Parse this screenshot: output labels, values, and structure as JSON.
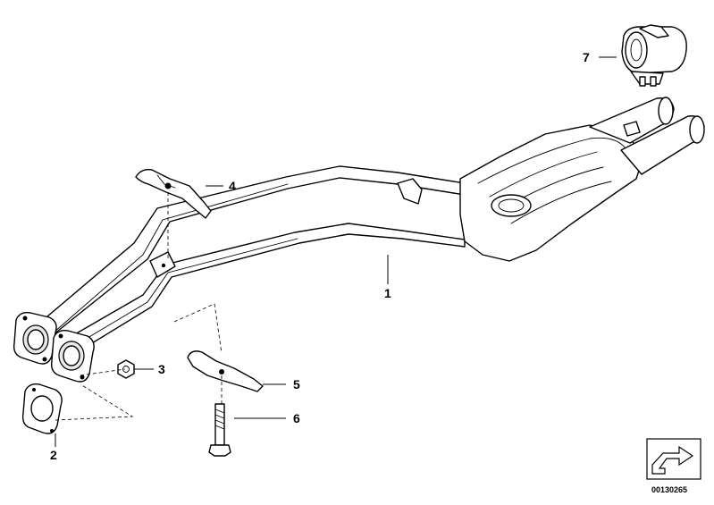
{
  "diagram": {
    "callouts": [
      {
        "id": "1",
        "label": "1"
      },
      {
        "id": "2",
        "label": "2"
      },
      {
        "id": "3",
        "label": "3"
      },
      {
        "id": "4",
        "label": "4"
      },
      {
        "id": "5",
        "label": "5"
      },
      {
        "id": "6",
        "label": "6"
      },
      {
        "id": "7",
        "label": "7"
      }
    ],
    "doc_number": "00130265",
    "colors": {
      "ink": "#000000",
      "background": "#ffffff",
      "shade": "#e8e8e8"
    }
  }
}
